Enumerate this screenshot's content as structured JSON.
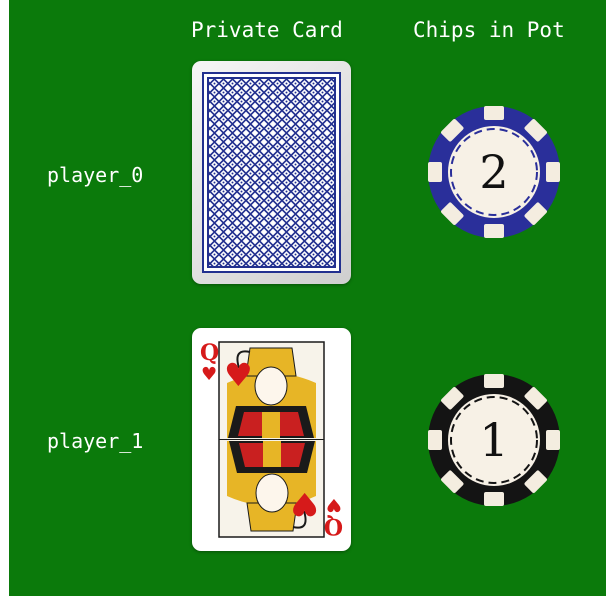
{
  "headers": {
    "card": "Private Card",
    "chips": "Chips in Pot"
  },
  "players": [
    {
      "name": "player_0",
      "card": "face-down",
      "chips": "2",
      "chip_color": "#2a2f9a"
    },
    {
      "name": "player_1",
      "card": "Q♥",
      "card_rank": "Q",
      "card_suit": "♥",
      "chips": "1",
      "chip_color": "#141414"
    }
  ],
  "colors": {
    "table": "#0b7a0b",
    "card_back_pattern": "#22308f",
    "heart": "#d61a1a"
  }
}
